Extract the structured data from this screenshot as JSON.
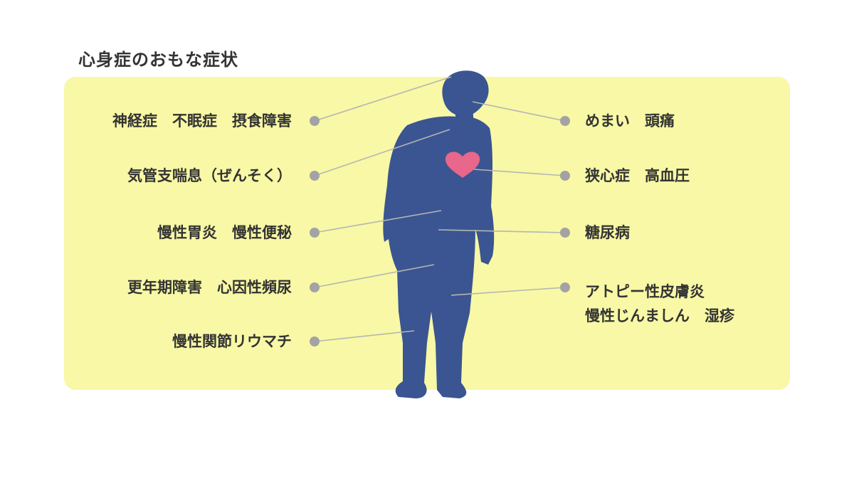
{
  "title": "心身症のおもな症状",
  "colors": {
    "panel": "#f8f8a6",
    "silhouette": "#3a5591",
    "heart": "#e8678a",
    "dot": "#a3a3a3",
    "line": "#b5b5b5"
  },
  "left_labels": [
    "神経症　不眠症　摂食障害",
    "気管支喘息（ぜんそく）",
    "慢性胃炎　慢性便秘",
    "更年期障害　心因性頻尿",
    "慢性関節リウマチ"
  ],
  "right_labels": [
    "めまい　頭痛",
    "狭心症　高血圧",
    "糖尿病"
  ],
  "right_multi": {
    "line1": "アトピー性皮膚炎",
    "line2": "慢性じんましん　湿疹"
  }
}
